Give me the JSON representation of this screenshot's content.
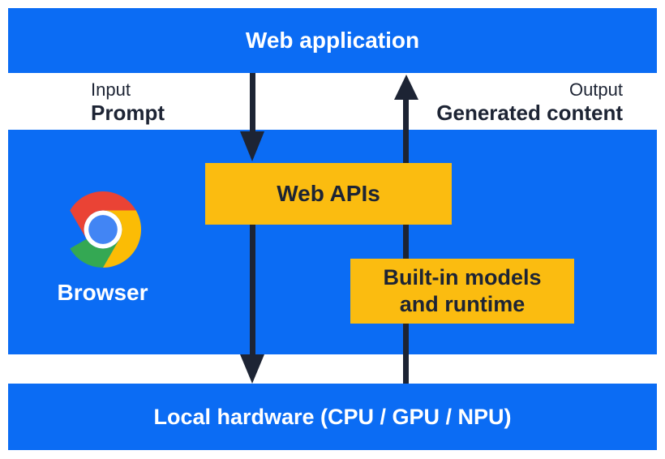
{
  "top_bar": {
    "label": "Web application"
  },
  "flow_labels": {
    "input_caption": "Input",
    "input_value": "Prompt",
    "output_caption": "Output",
    "output_value": "Generated content"
  },
  "browser_panel": {
    "browser_label": "Browser",
    "web_apis_box_label": "Web APIs",
    "builtin_box_line1": "Built-in models",
    "builtin_box_line2": "and runtime"
  },
  "bottom_bar": {
    "label": "Local hardware (CPU / GPU / NPU)"
  },
  "icons": {
    "chrome_logo": "chrome-browser-logo-icon"
  },
  "colors": {
    "panel_blue": "#0b6cf4",
    "box_yellow": "#fbbc10",
    "arrow_text_navy": "#1d2434",
    "label_white": "#ffffff",
    "chrome_red": "#ea4335",
    "chrome_green": "#34a853",
    "chrome_yellow": "#fbbc05",
    "chrome_hub_blue": "#4285f4"
  }
}
